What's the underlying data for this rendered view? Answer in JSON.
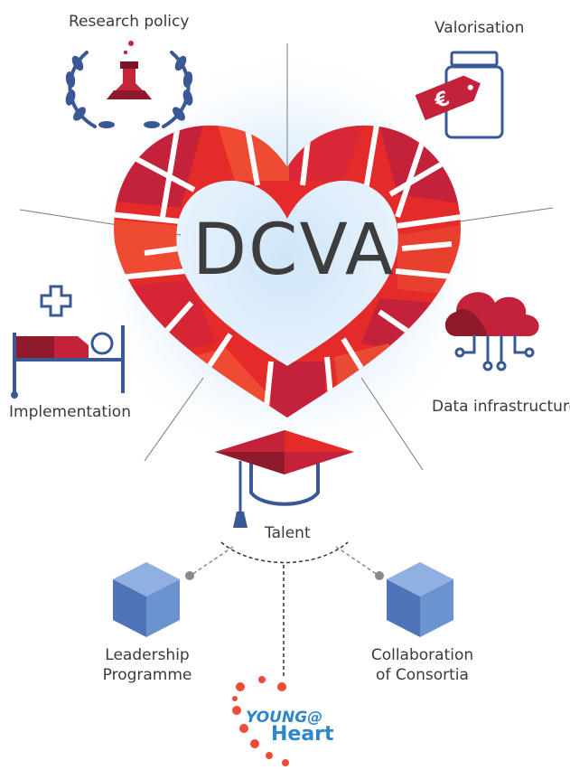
{
  "center": {
    "title": "DCVA"
  },
  "nodes": {
    "research_policy": "Research policy",
    "valorisation": "Valorisation",
    "implementation": "Implementation",
    "data_infrastructure": "Data infrastructure",
    "talent": "Talent",
    "leadership": [
      "Leadership",
      "Programme"
    ],
    "collaboration": [
      "Collaboration",
      "of Consortia"
    ]
  },
  "logo": {
    "line1": "YOUNG@",
    "line2": "Heart"
  },
  "icons": {
    "research_policy": "laurel-flask-icon",
    "valorisation": "price-tag-jar-icon",
    "implementation": "hospital-bed-icon",
    "data_infrastructure": "cloud-circuit-icon",
    "talent": "graduation-cap-icon",
    "leadership": "cube-icon",
    "collaboration": "cube-icon"
  },
  "colors": {
    "heart_red": "#e52a2a",
    "heart_crimson": "#c3223a",
    "heart_orange": "#ef4b33",
    "icon_blue": "#3b5896",
    "cube_blue": "#6b93cf",
    "glow": "#cfe6f8",
    "text": "#3a3a3a",
    "logo_blue": "#2f86c9",
    "logo_dots": "#ee4b38"
  }
}
